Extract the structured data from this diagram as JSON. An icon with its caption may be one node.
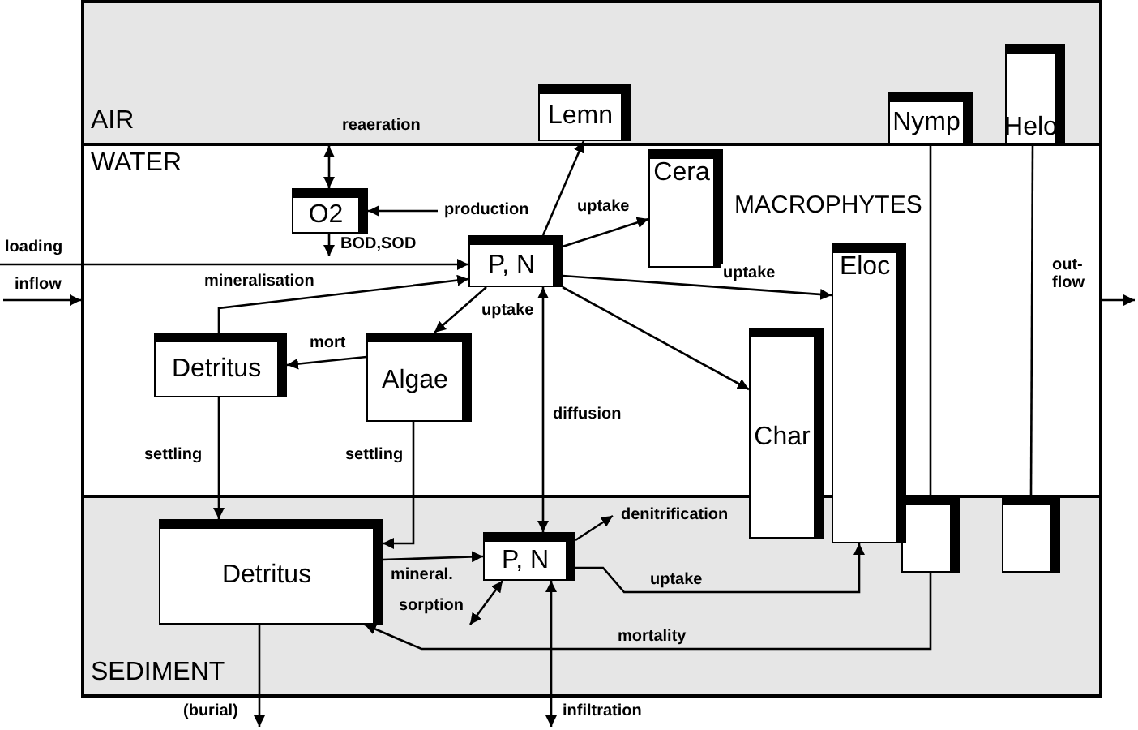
{
  "diagram": {
    "nodes": [
      {
        "text": [
          "AIR"
        ]
      },
      {
        "text": [
          "WATER"
        ]
      },
      {
        "text": [
          "SEDIMENT"
        ]
      },
      {
        "text": [
          "O2"
        ],
        "in": 1
      },
      {
        "text": [
          "Lemn"
        ],
        "in": 0
      },
      {
        "text": [
          "P, N"
        ],
        "in": 1
      },
      {
        "text": [
          "Cera"
        ],
        "in": 1
      },
      {
        "text": [
          "Nymp"
        ],
        "in": 0
      },
      {
        "text": [
          "Helo"
        ],
        "in": 0
      },
      {
        "text": [
          "Detritus"
        ],
        "in": 1
      },
      {
        "text": [
          "Algae"
        ],
        "in": 1
      },
      {
        "text": [
          "Char"
        ]
      },
      {
        "text": [
          "Eloc"
        ]
      },
      {
        "text": [
          "Detritus"
        ],
        "in": 2
      },
      {
        "text": [
          "P, N"
        ],
        "in": 2
      },
      {
        "text": [],
        "shape": "box",
        "in": 2
      },
      {
        "text": [],
        "shape": "box",
        "in": 2
      }
    ],
    "edges": [
      {
        "from": 3,
        "to": 0,
        "arrow": "both",
        "label": "reaeration"
      },
      {
        "from": null,
        "to": 3,
        "arrow": "to",
        "label": "production"
      },
      {
        "from": 3,
        "to": null,
        "arrow": "to",
        "label": "BOD,SOD"
      },
      {
        "from": null,
        "to": 5,
        "arrow": "to",
        "label": "loading"
      },
      {
        "from": null,
        "to": 1,
        "arrow": "to",
        "label": "inflow"
      },
      {
        "from": 1,
        "to": null,
        "arrow": "to",
        "label": "out- flow"
      },
      {
        "from": 5,
        "to": 4,
        "arrow": "to"
      },
      {
        "from": 5,
        "to": 6,
        "arrow": "to",
        "label": "uptake"
      },
      {
        "from": 5,
        "to": 12,
        "arrow": "to",
        "label": "uptake"
      },
      {
        "from": 5,
        "to": 11,
        "arrow": "to"
      },
      {
        "from": 9,
        "to": 5,
        "arrow": "to",
        "label": "mineralisation"
      },
      {
        "from": 5,
        "to": 10,
        "arrow": "to",
        "label": "uptake"
      },
      {
        "from": 10,
        "to": 9,
        "arrow": "to",
        "label": "mort"
      },
      {
        "from": 9,
        "to": 13,
        "arrow": "to",
        "label": "settling"
      },
      {
        "from": 10,
        "to": 13,
        "arrow": "to",
        "label": "settling"
      },
      {
        "from": 5,
        "to": 14,
        "arrow": "both",
        "label": "diffusion"
      },
      {
        "from": 7,
        "to": 15,
        "arrow": "none"
      },
      {
        "from": 8,
        "to": 16,
        "arrow": "none"
      },
      {
        "from": 13,
        "to": 14,
        "arrow": "to",
        "label": "mineral."
      },
      {
        "from": 14,
        "to": null,
        "arrow": "both",
        "label": "sorption"
      },
      {
        "from": 14,
        "to": null,
        "arrow": "to",
        "label": "denitrification"
      },
      {
        "from": 14,
        "to": 12,
        "arrow": "to",
        "label": "uptake"
      },
      {
        "from": 15,
        "to": 13,
        "arrow": "to",
        "label": "mortality"
      },
      {
        "from": 13,
        "to": null,
        "arrow": "to",
        "label": "(burial)"
      },
      {
        "from": null,
        "to": 14,
        "arrow": "both",
        "label": "infiltration"
      }
    ],
    "labels": [
      "MACROPHYTES"
    ]
  }
}
